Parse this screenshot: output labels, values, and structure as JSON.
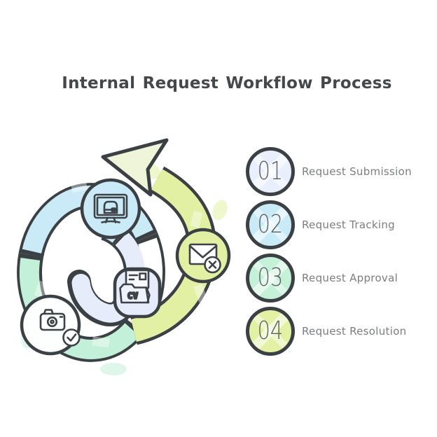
{
  "title": "Internal Request Workflow Process",
  "diagram": {
    "cv_label": "CV",
    "icon_names": [
      "monitor-briefcase-icon",
      "mail-cancel-icon",
      "camera-check-icon",
      "cv-folder-document-icon",
      "cycle-arrow"
    ],
    "colors": {
      "ink": "#3b4045",
      "cyan": "#cbeaf7",
      "mint": "#c3f0d8",
      "green": "#e2f0a4",
      "lavender": "#e6ecfa",
      "white": "#ffffff",
      "arrowhead": "#eef5d8"
    }
  },
  "steps": [
    {
      "number": "01",
      "label": "Request Submission",
      "fill": "#e9effc"
    },
    {
      "number": "02",
      "label": "Request Tracking",
      "fill": "#c9ebf8"
    },
    {
      "number": "03",
      "label": "Request Approval",
      "fill": "#c5f1d8"
    },
    {
      "number": "04",
      "label": "Request Resolution",
      "fill": "#e3f1a4"
    }
  ]
}
